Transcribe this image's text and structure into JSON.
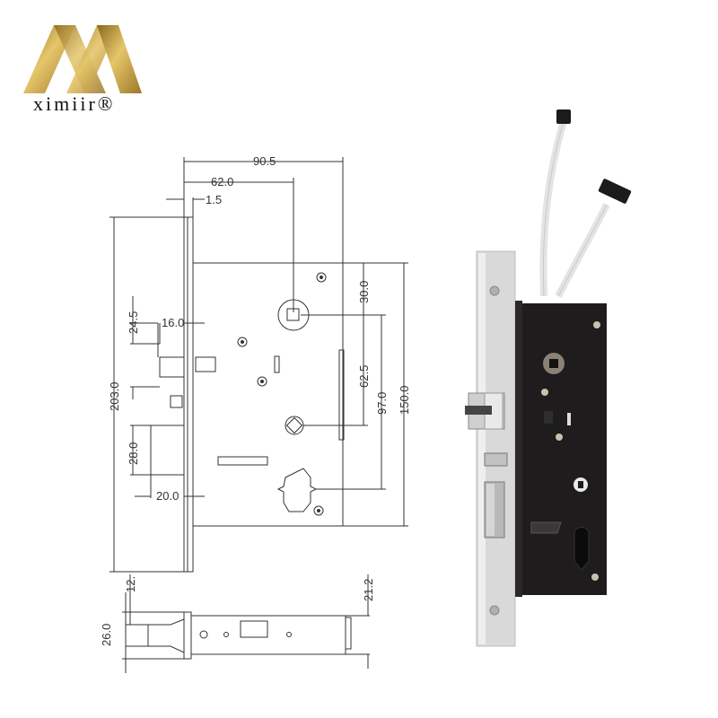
{
  "brand": {
    "name": "ximiir",
    "mark": "®",
    "logo_color": "#c9a13a"
  },
  "drawing": {
    "front_view": {
      "dims": {
        "overall_width": "90.5",
        "spindle_offset": "62.0",
        "faceplate_thickness": "1.5",
        "latch_height_offset": "24.5",
        "latch_projection": "16.0",
        "faceplate_height": "203.0",
        "deadbolt_height": "28.0",
        "deadbolt_projection": "20.0",
        "top_to_spindle": "30.0",
        "spindle_to_cylinder": "62.5",
        "spindle_to_cylinder_bottom": "97.0",
        "case_height": "150.0"
      }
    },
    "bottom_view": {
      "dims": {
        "bolt_offset": "12.",
        "faceplate_width": "26.0",
        "case_thickness": "21.2"
      }
    }
  },
  "photo": {
    "label": "mortise lock body photo",
    "case_color": "#1e1c1c",
    "faceplate_color": "#d8d8d8",
    "cable_color": "#e8e8e8"
  }
}
